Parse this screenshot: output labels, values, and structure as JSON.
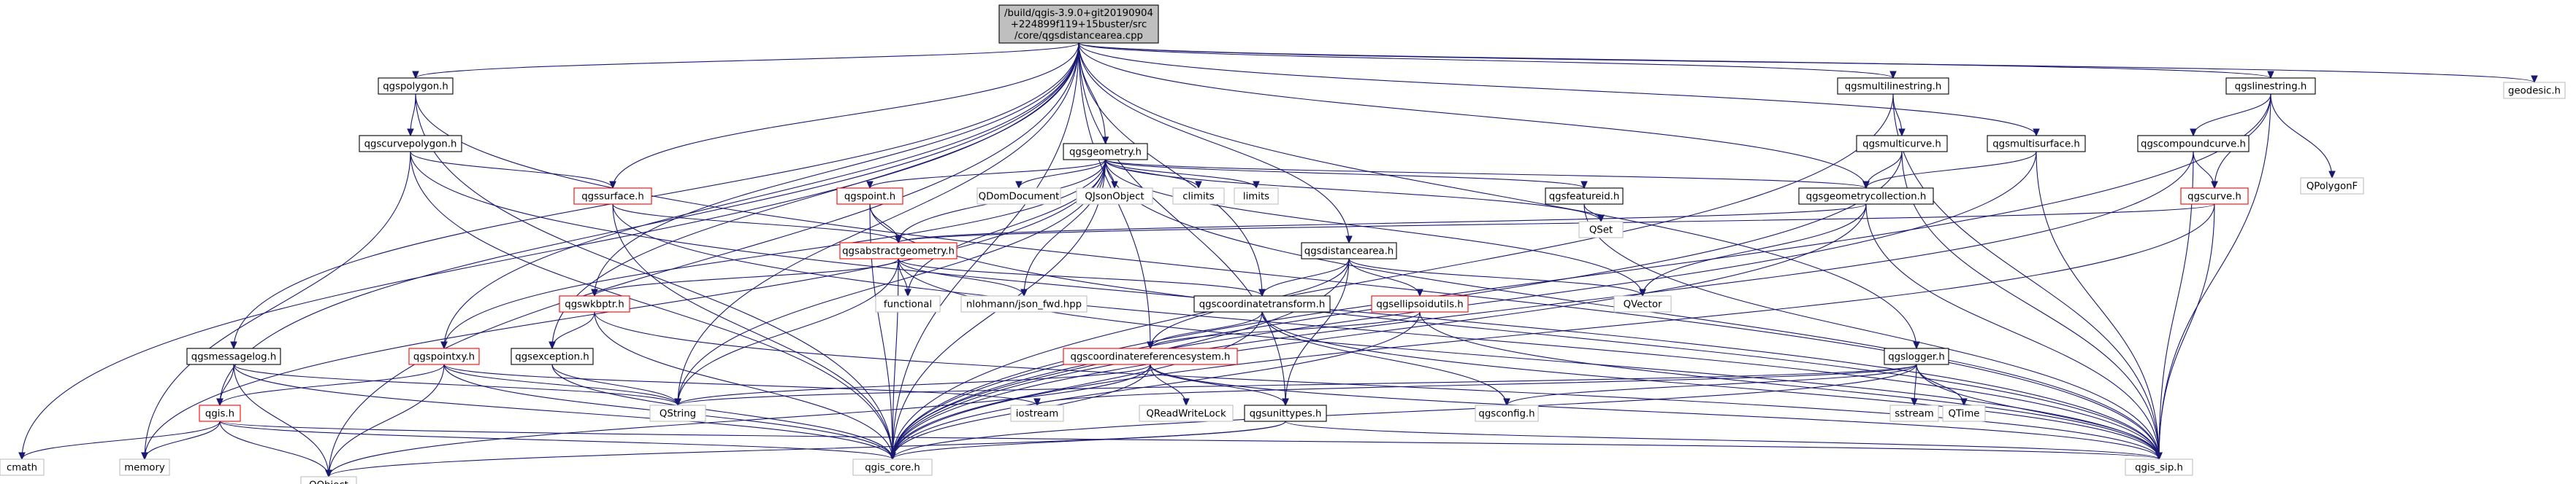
{
  "colors": {
    "edge": "#191970",
    "plain_border": "#000000",
    "missing_border": "#ff0000",
    "external_border": "#bfbfbf",
    "root_fill": "#bfbfbf",
    "node_fill": "#ffffff",
    "text": "#000000"
  },
  "nodes": [
    {
      "id": "root",
      "lines": [
        "/build/qgis-3.9.0+git20190904",
        "+224899f119+15buster/src",
        "/core/qgsdistancearea.cpp"
      ],
      "style": "root"
    },
    {
      "id": "qgspolygon",
      "lines": [
        "qgspolygon.h"
      ],
      "style": "plain"
    },
    {
      "id": "qgscurvepolygon",
      "lines": [
        "qgscurvepolygon.h"
      ],
      "style": "plain"
    },
    {
      "id": "qgsgeometry",
      "lines": [
        "qgsgeometry.h"
      ],
      "style": "plain"
    },
    {
      "id": "qgsmultilinestring",
      "lines": [
        "qgsmultilinestring.h"
      ],
      "style": "plain"
    },
    {
      "id": "qgslinestring",
      "lines": [
        "qgslinestring.h"
      ],
      "style": "plain"
    },
    {
      "id": "geodesic",
      "lines": [
        "geodesic.h"
      ],
      "style": "external"
    },
    {
      "id": "qgsmulticurve",
      "lines": [
        "qgsmulticurve.h"
      ],
      "style": "plain"
    },
    {
      "id": "qgsmultisurface",
      "lines": [
        "qgsmultisurface.h"
      ],
      "style": "plain"
    },
    {
      "id": "qgscompoundcurve",
      "lines": [
        "qgscompoundcurve.h"
      ],
      "style": "plain"
    },
    {
      "id": "QPolygonF",
      "lines": [
        "QPolygonF"
      ],
      "style": "external"
    },
    {
      "id": "qgssurface",
      "lines": [
        "qgssurface.h"
      ],
      "style": "missing"
    },
    {
      "id": "qgspoint",
      "lines": [
        "qgspoint.h"
      ],
      "style": "missing"
    },
    {
      "id": "QDomDocument",
      "lines": [
        "QDomDocument"
      ],
      "style": "external"
    },
    {
      "id": "QJsonObject",
      "lines": [
        "QJsonObject"
      ],
      "style": "external"
    },
    {
      "id": "climits",
      "lines": [
        "climits"
      ],
      "style": "external"
    },
    {
      "id": "limits",
      "lines": [
        "limits"
      ],
      "style": "external"
    },
    {
      "id": "qgsfeatureid",
      "lines": [
        "qgsfeatureid.h"
      ],
      "style": "plain"
    },
    {
      "id": "qgsgeometrycollection",
      "lines": [
        "qgsgeometrycollection.h"
      ],
      "style": "plain"
    },
    {
      "id": "qgscurve",
      "lines": [
        "qgscurve.h"
      ],
      "style": "missing"
    },
    {
      "id": "QSet",
      "lines": [
        "QSet"
      ],
      "style": "external"
    },
    {
      "id": "qgsabstractgeometry",
      "lines": [
        "qgsabstractgeometry.h"
      ],
      "style": "missing"
    },
    {
      "id": "qgsdistancearea",
      "lines": [
        "qgsdistancearea.h"
      ],
      "style": "plain"
    },
    {
      "id": "functional",
      "lines": [
        "functional"
      ],
      "style": "external"
    },
    {
      "id": "nlohmann",
      "lines": [
        "nlohmann/json_fwd.hpp"
      ],
      "style": "external"
    },
    {
      "id": "qgscoordinatetransform",
      "lines": [
        "qgscoordinatetransform.h"
      ],
      "style": "plain"
    },
    {
      "id": "qgsellipsoidutils",
      "lines": [
        "qgsellipsoidutils.h"
      ],
      "style": "missing"
    },
    {
      "id": "QVector",
      "lines": [
        "QVector"
      ],
      "style": "external"
    },
    {
      "id": "qgswkbptr",
      "lines": [
        "qgswkbptr.h"
      ],
      "style": "missing"
    },
    {
      "id": "qgsmessagelog",
      "lines": [
        "qgsmessagelog.h"
      ],
      "style": "plain"
    },
    {
      "id": "qgspointxy",
      "lines": [
        "qgspointxy.h"
      ],
      "style": "missing"
    },
    {
      "id": "qgsexception",
      "lines": [
        "qgsexception.h"
      ],
      "style": "plain"
    },
    {
      "id": "qgscoordinatereferencesystem",
      "lines": [
        "qgscoordinatereferencesystem.h"
      ],
      "style": "missing"
    },
    {
      "id": "qgslogger",
      "lines": [
        "qgslogger.h"
      ],
      "style": "plain"
    },
    {
      "id": "qgis",
      "lines": [
        "qgis.h"
      ],
      "style": "missing"
    },
    {
      "id": "QString",
      "lines": [
        "QString"
      ],
      "style": "external"
    },
    {
      "id": "iostream",
      "lines": [
        "iostream"
      ],
      "style": "external"
    },
    {
      "id": "QReadWriteLock",
      "lines": [
        "QReadWriteLock"
      ],
      "style": "external"
    },
    {
      "id": "qgsunittypes",
      "lines": [
        "qgsunittypes.h"
      ],
      "style": "plain"
    },
    {
      "id": "qgsconfig",
      "lines": [
        "qgsconfig.h"
      ],
      "style": "external"
    },
    {
      "id": "sstream",
      "lines": [
        "sstream"
      ],
      "style": "external"
    },
    {
      "id": "QTime",
      "lines": [
        "QTime"
      ],
      "style": "external"
    },
    {
      "id": "cmath",
      "lines": [
        "cmath"
      ],
      "style": "external"
    },
    {
      "id": "memory",
      "lines": [
        "memory"
      ],
      "style": "external"
    },
    {
      "id": "QObject",
      "lines": [
        "QObject"
      ],
      "style": "external"
    },
    {
      "id": "qgis_core",
      "lines": [
        "qgis_core.h"
      ],
      "style": "external"
    },
    {
      "id": "qgis_sip",
      "lines": [
        "qgis_sip.h"
      ],
      "style": "external"
    }
  ],
  "edges": [
    [
      "root",
      "qgspolygon"
    ],
    [
      "root",
      "qgsgeometry"
    ],
    [
      "root",
      "qgsmultilinestring"
    ],
    [
      "root",
      "qgslinestring"
    ],
    [
      "root",
      "geodesic"
    ],
    [
      "root",
      "qgsmultisurface"
    ],
    [
      "root",
      "qgsgeometrycollection"
    ],
    [
      "root",
      "qgssurface"
    ],
    [
      "root",
      "qgsdistancearea"
    ],
    [
      "root",
      "qgswkbptr"
    ],
    [
      "root",
      "qgsmessagelog"
    ],
    [
      "root",
      "qgspointxy"
    ],
    [
      "root",
      "qgsexception"
    ],
    [
      "root",
      "qgscoordinatereferencesystem"
    ],
    [
      "root",
      "qgslogger"
    ],
    [
      "root",
      "qgis"
    ],
    [
      "root",
      "QString"
    ],
    [
      "root",
      "cmath"
    ],
    [
      "root",
      "QObject"
    ],
    [
      "root",
      "qgis_core"
    ],
    [
      "root",
      "qgsunittypes"
    ],
    [
      "root",
      "qgscoordinatetransform"
    ],
    [
      "qgspolygon",
      "qgscurvepolygon"
    ],
    [
      "qgspolygon",
      "qgis_core"
    ],
    [
      "qgspolygon",
      "qgis_sip"
    ],
    [
      "qgscurvepolygon",
      "qgssurface"
    ],
    [
      "qgscurvepolygon",
      "qgis_core"
    ],
    [
      "qgscurvepolygon",
      "qgis_sip"
    ],
    [
      "qgscurvepolygon",
      "memory"
    ],
    [
      "qgsgeometry",
      "qgspoint"
    ],
    [
      "qgsgeometry",
      "QDomDocument"
    ],
    [
      "qgsgeometry",
      "QJsonObject"
    ],
    [
      "qgsgeometry",
      "climits"
    ],
    [
      "qgsgeometry",
      "limits"
    ],
    [
      "qgsgeometry",
      "qgsfeatureid"
    ],
    [
      "qgsgeometry",
      "qgsabstractgeometry"
    ],
    [
      "qgsgeometry",
      "qgspointxy"
    ],
    [
      "qgsgeometry",
      "QString"
    ],
    [
      "qgsgeometry",
      "QSet"
    ],
    [
      "qgsgeometry",
      "QVector"
    ],
    [
      "qgsgeometry",
      "qgis_core"
    ],
    [
      "qgsgeometry",
      "qgis_sip"
    ],
    [
      "qgsgeometry",
      "memory"
    ],
    [
      "qgsgeometry",
      "nlohmann"
    ],
    [
      "qgsgeometry",
      "functional"
    ],
    [
      "qgsgeometry",
      "qgsgeometrycollection"
    ],
    [
      "qgsmultilinestring",
      "qgsmulticurve"
    ],
    [
      "qgsmultilinestring",
      "qgis_core"
    ],
    [
      "qgsmultilinestring",
      "qgis_sip"
    ],
    [
      "qgslinestring",
      "qgscompoundcurve"
    ],
    [
      "qgslinestring",
      "qgscurve"
    ],
    [
      "qgslinestring",
      "QPolygonF"
    ],
    [
      "qgslinestring",
      "qgis_core"
    ],
    [
      "qgslinestring",
      "qgis_sip"
    ],
    [
      "qgsmulticurve",
      "qgsgeometrycollection"
    ],
    [
      "qgsmulticurve",
      "qgis_core"
    ],
    [
      "qgsmulticurve",
      "qgis_sip"
    ],
    [
      "qgsmultisurface",
      "qgsgeometrycollection"
    ],
    [
      "qgsmultisurface",
      "qgis_core"
    ],
    [
      "qgsmultisurface",
      "qgis_sip"
    ],
    [
      "qgscompoundcurve",
      "qgscurve"
    ],
    [
      "qgscompoundcurve",
      "qgis_core"
    ],
    [
      "qgscompoundcurve",
      "qgis_sip"
    ],
    [
      "qgscurve",
      "qgsabstractgeometry"
    ],
    [
      "qgscurve",
      "qgis_core"
    ],
    [
      "qgscurve",
      "qgis_sip"
    ],
    [
      "qgssurface",
      "qgsabstractgeometry"
    ],
    [
      "qgssurface",
      "qgis_core"
    ],
    [
      "qgssurface",
      "qgis_sip"
    ],
    [
      "qgspoint",
      "qgsabstractgeometry"
    ],
    [
      "qgspoint",
      "qgis_core"
    ],
    [
      "qgspoint",
      "qgis_sip"
    ],
    [
      "qgsfeatureid",
      "QSet"
    ],
    [
      "qgsfeatureid",
      "qgis_sip"
    ],
    [
      "qgsgeometrycollection",
      "QVector"
    ],
    [
      "qgsgeometrycollection",
      "qgsabstractgeometry"
    ],
    [
      "qgsgeometrycollection",
      "qgis_core"
    ],
    [
      "qgsgeometrycollection",
      "qgis_sip"
    ],
    [
      "qgsabstractgeometry",
      "qgswkbptr"
    ],
    [
      "qgsabstractgeometry",
      "qgscoordinatetransform"
    ],
    [
      "qgsabstractgeometry",
      "functional"
    ],
    [
      "qgsabstractgeometry",
      "nlohmann"
    ],
    [
      "qgsabstractgeometry",
      "QString"
    ],
    [
      "qgsabstractgeometry",
      "qgis_core"
    ],
    [
      "qgsabstractgeometry",
      "qgis_sip"
    ],
    [
      "qgsdistancearea",
      "qgscoordinatetransform"
    ],
    [
      "qgsdistancearea",
      "qgsellipsoidutils"
    ],
    [
      "qgsdistancearea",
      "QVector"
    ],
    [
      "qgsdistancearea",
      "qgis_core"
    ],
    [
      "qgsdistancearea",
      "qgsunittypes"
    ],
    [
      "qgsdistancearea",
      "qgscoordinatereferencesystem"
    ],
    [
      "qgscoordinatetransform",
      "qgscoordinatereferencesystem"
    ],
    [
      "qgscoordinatetransform",
      "qgis_core"
    ],
    [
      "qgscoordinatetransform",
      "qgis_sip"
    ],
    [
      "qgscoordinatetransform",
      "qgsconfig"
    ],
    [
      "qgsellipsoidutils",
      "qgscoordinatereferencesystem"
    ],
    [
      "qgsellipsoidutils",
      "qgis_core"
    ],
    [
      "qgsellipsoidutils",
      "qgis_sip"
    ],
    [
      "qgswkbptr",
      "qgsexception"
    ],
    [
      "qgswkbptr",
      "qgis_core"
    ],
    [
      "qgswkbptr",
      "qgis_sip"
    ],
    [
      "qgsmessagelog",
      "qgis"
    ],
    [
      "qgsmessagelog",
      "QString"
    ],
    [
      "qgsmessagelog",
      "QObject"
    ],
    [
      "qgsmessagelog",
      "qgis_core"
    ],
    [
      "qgspointxy",
      "qgis"
    ],
    [
      "qgspointxy",
      "QString"
    ],
    [
      "qgspointxy",
      "QObject"
    ],
    [
      "qgspointxy",
      "qgis_core"
    ],
    [
      "qgspointxy",
      "iostream"
    ],
    [
      "qgsexception",
      "QString"
    ],
    [
      "qgsexception",
      "qgis_core"
    ],
    [
      "qgscoordinatereferencesystem",
      "QString"
    ],
    [
      "qgscoordinatereferencesystem",
      "QReadWriteLock"
    ],
    [
      "qgscoordinatereferencesystem",
      "qgsunittypes"
    ],
    [
      "qgscoordinatereferencesystem",
      "qgis_core"
    ],
    [
      "qgscoordinatereferencesystem",
      "qgis_sip"
    ],
    [
      "qgscoordinatereferencesystem",
      "QObject"
    ],
    [
      "qgslogger",
      "iostream"
    ],
    [
      "qgslogger",
      "sstream"
    ],
    [
      "qgslogger",
      "QString"
    ],
    [
      "qgslogger",
      "QTime"
    ],
    [
      "qgslogger",
      "qgis_core"
    ],
    [
      "qgslogger",
      "qgis_sip"
    ],
    [
      "qgslogger",
      "qgsconfig"
    ],
    [
      "qgis",
      "cmath"
    ],
    [
      "qgis",
      "memory"
    ],
    [
      "qgis",
      "QObject"
    ],
    [
      "qgis",
      "qgis_core"
    ],
    [
      "qgis",
      "qgis_sip"
    ],
    [
      "qgsunittypes",
      "qgis_core"
    ],
    [
      "qgsunittypes",
      "qgis_sip"
    ],
    [
      "qgsunittypes",
      "QObject"
    ]
  ]
}
